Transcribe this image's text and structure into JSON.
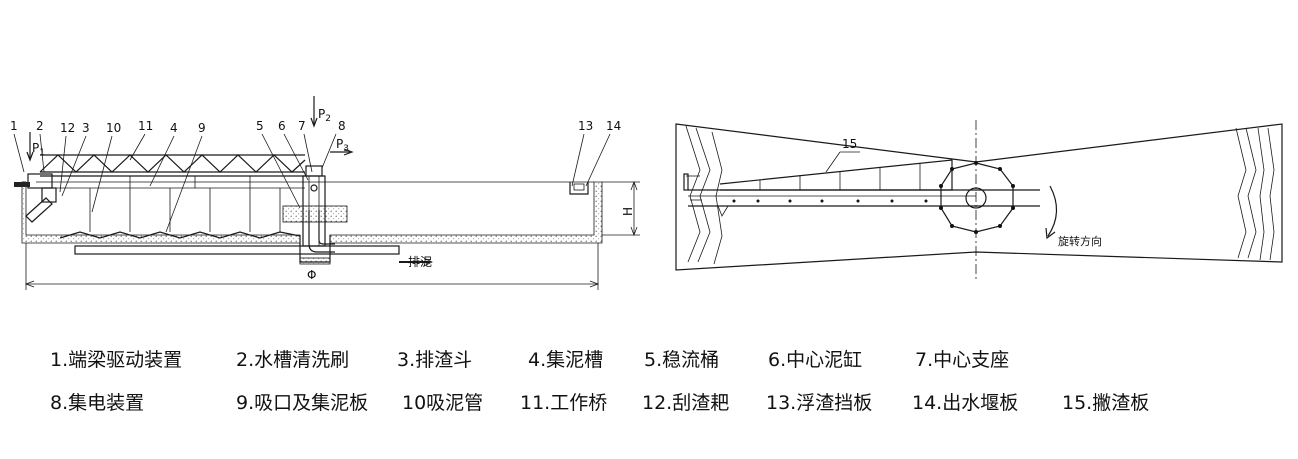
{
  "callouts": [
    "1",
    "2",
    "12",
    "3",
    "10",
    "11",
    "4",
    "9",
    "5",
    "6",
    "7",
    "8",
    "13",
    "14",
    "15"
  ],
  "forces": {
    "p1": "P",
    "p1_sub": "1",
    "p2": "P",
    "p2_sub": "2",
    "p3": "P",
    "p3_sub": "3"
  },
  "dimensions": {
    "height": "H",
    "diameter": "Φ"
  },
  "labels": {
    "discharge": "排泥",
    "rotation": "旋转方向"
  },
  "legend": {
    "row1": [
      "1.端梁驱动装置",
      "2.水槽清洗刷",
      "3.排渣斗",
      "4.集泥槽",
      "5.稳流桶",
      "6.中心泥缸",
      "7.中心支座"
    ],
    "row2": [
      "8.集电装置",
      "9.吸口及集泥板",
      "10吸泥管",
      "11.工作桥",
      "12.刮渣耙",
      "13.浮渣挡板",
      "14.出水堰板",
      "15.撇渣板"
    ]
  }
}
